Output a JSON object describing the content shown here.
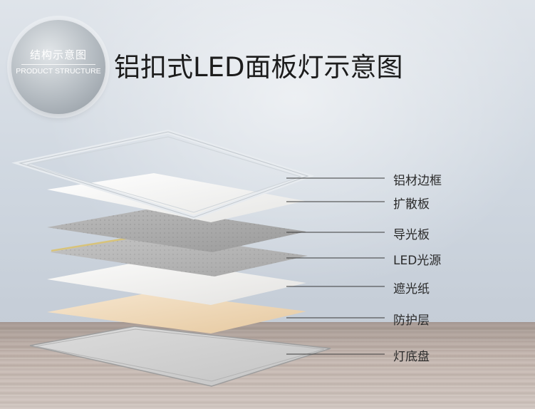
{
  "badge": {
    "title_cn": "结构示意图",
    "title_en": "PRODUCT STRUCTURE"
  },
  "title": "铝扣式LED面板灯示意图",
  "layers": [
    {
      "label": "铝材边框"
    },
    {
      "label": "扩散板"
    },
    {
      "label": "导光板"
    },
    {
      "label": "LED光源"
    },
    {
      "label": "遮光纸"
    },
    {
      "label": "防护层"
    },
    {
      "label": "灯底盘"
    }
  ],
  "colors": {
    "frame": "#e9edf1",
    "diffuser": "#f4f4f3",
    "light_guide": "#a9a9a9",
    "led": "#b4b4b4",
    "shade_paper": "#f1f0ef",
    "protective": "#efd9b9",
    "chassis": "#d2d2d2"
  }
}
